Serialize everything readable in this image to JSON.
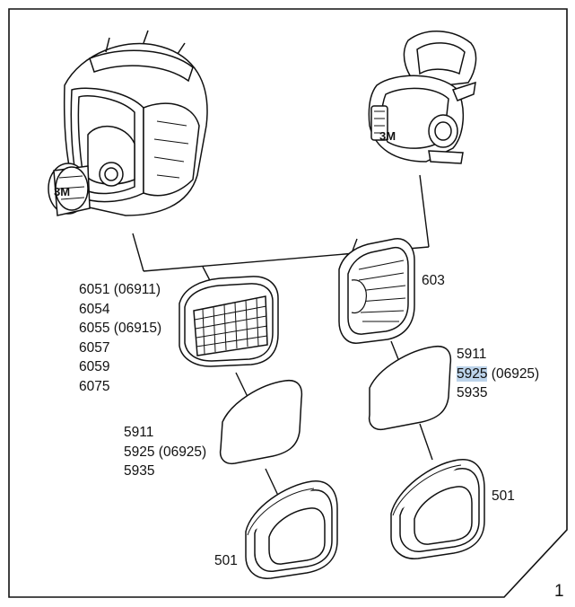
{
  "page_number": "1",
  "full_mask_brand": "3M",
  "half_mask_brand": "3M",
  "left_cartridges": [
    "6051 (06911)",
    "6054",
    "6055 (06915)",
    "6057",
    "6059",
    "6075"
  ],
  "left_filters": [
    "5911",
    "5925 (06925)",
    "5935"
  ],
  "left_retainer": "501",
  "right_cartridge": "603",
  "right_filters": {
    "first": "5911",
    "highlighted": "5925",
    "highlighted_suffix": " (06925)",
    "third": "5935"
  },
  "right_retainer": "501",
  "colors": {
    "highlight": "#bcd3ea",
    "ink": "#111111"
  }
}
